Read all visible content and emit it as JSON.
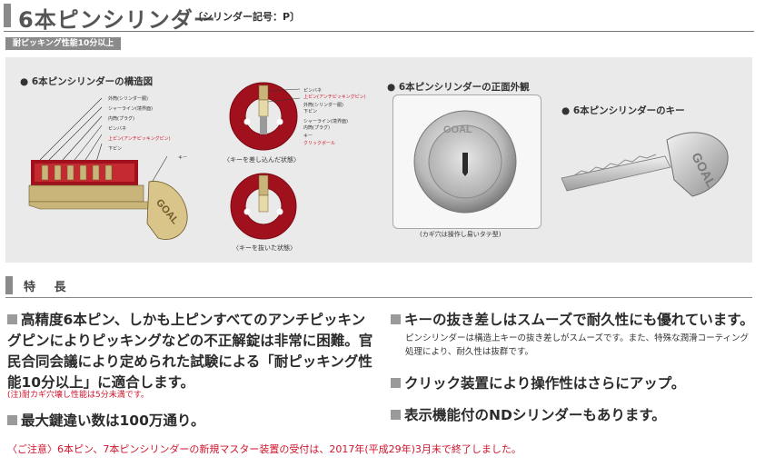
{
  "header": {
    "title": "6本ピンシリンダー",
    "subtitle": "〔シリンダー記号：P〕",
    "badge": "耐ピッキング性能10分以上"
  },
  "diagram": {
    "structure_title": "● 6本ピンシリンダーの構造図",
    "structure_labels": [
      "外筒(シリンダー胴)",
      "シャーライン(境界面)",
      "内筒(プラグ)",
      "ピンバネ",
      "上ピン(アンチピッキングピン)",
      "下ピン",
      "キー"
    ],
    "key_brand": "GOAL",
    "section_labels": [
      "ピンバネ",
      "上ピン(アンチピッキングピン)",
      "外筒(シリンダー胴)",
      "下ピン",
      "シャーライン(境界面)",
      "内筒(プラグ)",
      "キー",
      "クリックボール"
    ],
    "caption_inserted": "〈キーを差し込んだ状態〉",
    "caption_removed": "〈キーを抜いた状態〉",
    "front_title": "● 6本ピンシリンダーの正面外観",
    "front_caption": "(カギ穴は操作し易いタテ型)",
    "key_title": "● 6本ピンシリンダーのキー",
    "front_brand": "GOAL"
  },
  "features": {
    "section_title": "特 長",
    "left": [
      "高精度6本ピン、しかも上ピンすべてのアンチピッキングピンによりピッキングなどの不正解錠は非常に困難。官民合同会議により定められた試験による「耐ピッキング性能10分以上」に適合します。",
      "最大鍵違い数は100万通り。"
    ],
    "left_note": "(注)耐カギ穴壊し性能は5分未満です。",
    "right": [
      "キーの抜き差しはスムーズで耐久性にも優れています。",
      "クリック装置により操作性はさらにアップ。",
      "表示機能付のNDシリンダーもあります。"
    ],
    "right_desc": "ピンシリンダーは構造上キーの抜き差しがスムーズです。また、特殊な潤滑コーティング処理により、耐久性は抜群です。"
  },
  "caution": "〈ご注意〉6本ピン、7本ピンシリンダーの新規マスター装置の受付は、2017年(平成29年)3月末で終了しました。",
  "colors": {
    "accent_red": "#d0142c",
    "cylinder_red": "#a0111d",
    "brass": "#c9b57a",
    "header_gray": "#8a8a8a",
    "panel_bg": "#eaeaea"
  }
}
